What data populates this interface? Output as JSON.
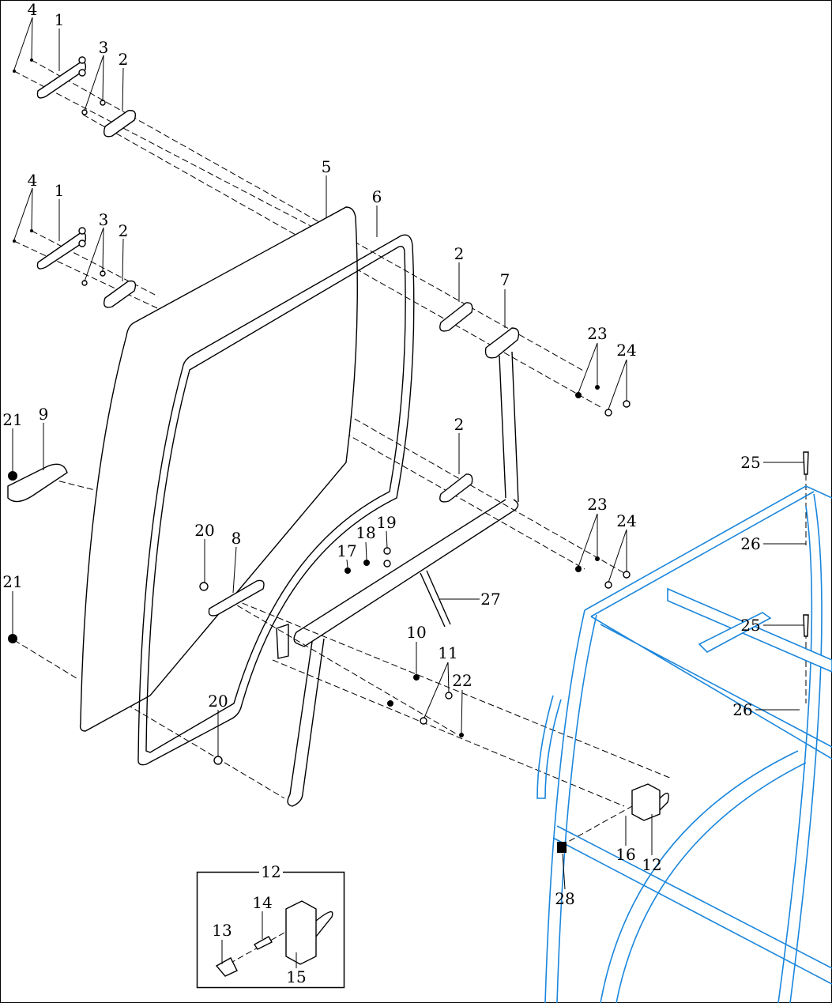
{
  "diagram": {
    "accent_color": "#1a86dc",
    "callouts": [
      "4",
      "1",
      "3",
      "2",
      "4",
      "1",
      "3",
      "2",
      "5",
      "6",
      "2",
      "7",
      "23",
      "24",
      "21",
      "9",
      "2",
      "25",
      "26",
      "23",
      "24",
      "20",
      "8",
      "18",
      "19",
      "17",
      "27",
      "21",
      "25",
      "10",
      "11",
      "22",
      "26",
      "20",
      "16",
      "12",
      "28"
    ],
    "inset": {
      "title": "12",
      "callouts": [
        "14",
        "13",
        "15"
      ]
    }
  }
}
